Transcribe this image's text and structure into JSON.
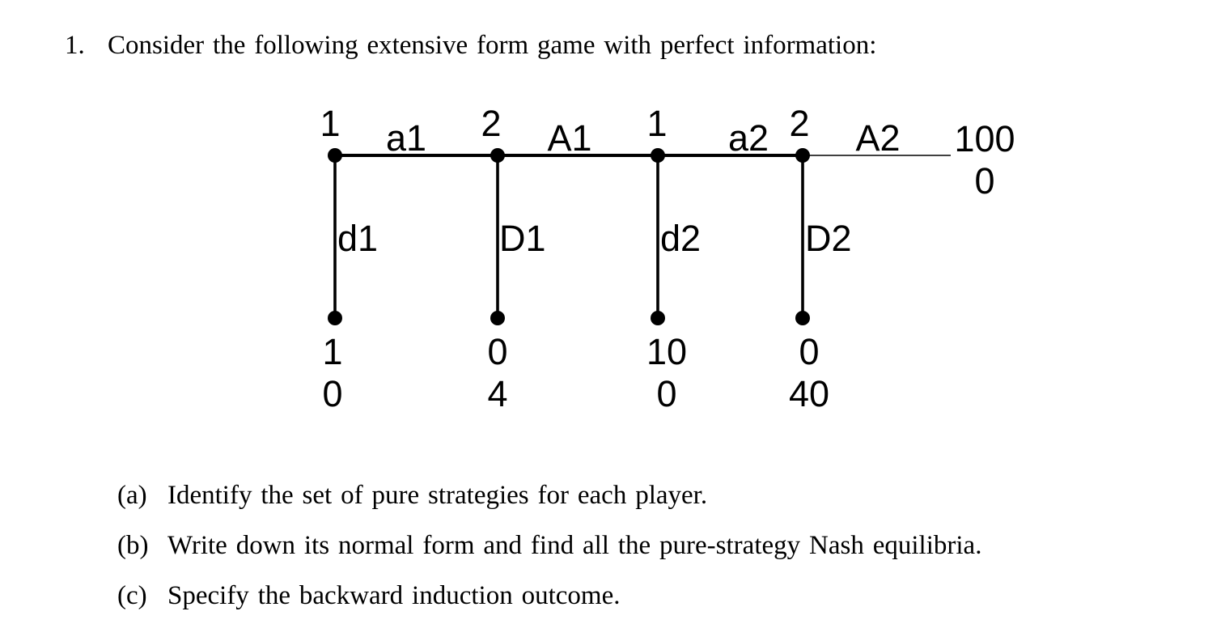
{
  "page": {
    "background": "#ffffff",
    "text_color": "#000000"
  },
  "problem": {
    "number": "1.",
    "statement": "Consider the following extensive form game with perfect information:"
  },
  "tree": {
    "type": "extensive-form-game-tree",
    "player_labels": [
      "1",
      "2",
      "1",
      "2"
    ],
    "continue_moves": [
      "a1",
      "A1",
      "a2",
      "A2"
    ],
    "stop_moves": [
      "d1",
      "D1",
      "d2",
      "D2"
    ],
    "terminal_payoffs": [
      {
        "player1": "1",
        "player2": "0"
      },
      {
        "player1": "0",
        "player2": "4"
      },
      {
        "player1": "10",
        "player2": "0"
      },
      {
        "player1": "0",
        "player2": "40"
      }
    ],
    "final_payoff": {
      "player1": "100",
      "player2": "0"
    }
  },
  "questions": [
    {
      "label": "(a)",
      "text": "Identify the set of pure strategies for each player."
    },
    {
      "label": "(b)",
      "text": "Write down its normal form and find all the pure-strategy Nash equilibria."
    },
    {
      "label": "(c)",
      "text": "Specify the backward induction outcome."
    }
  ]
}
